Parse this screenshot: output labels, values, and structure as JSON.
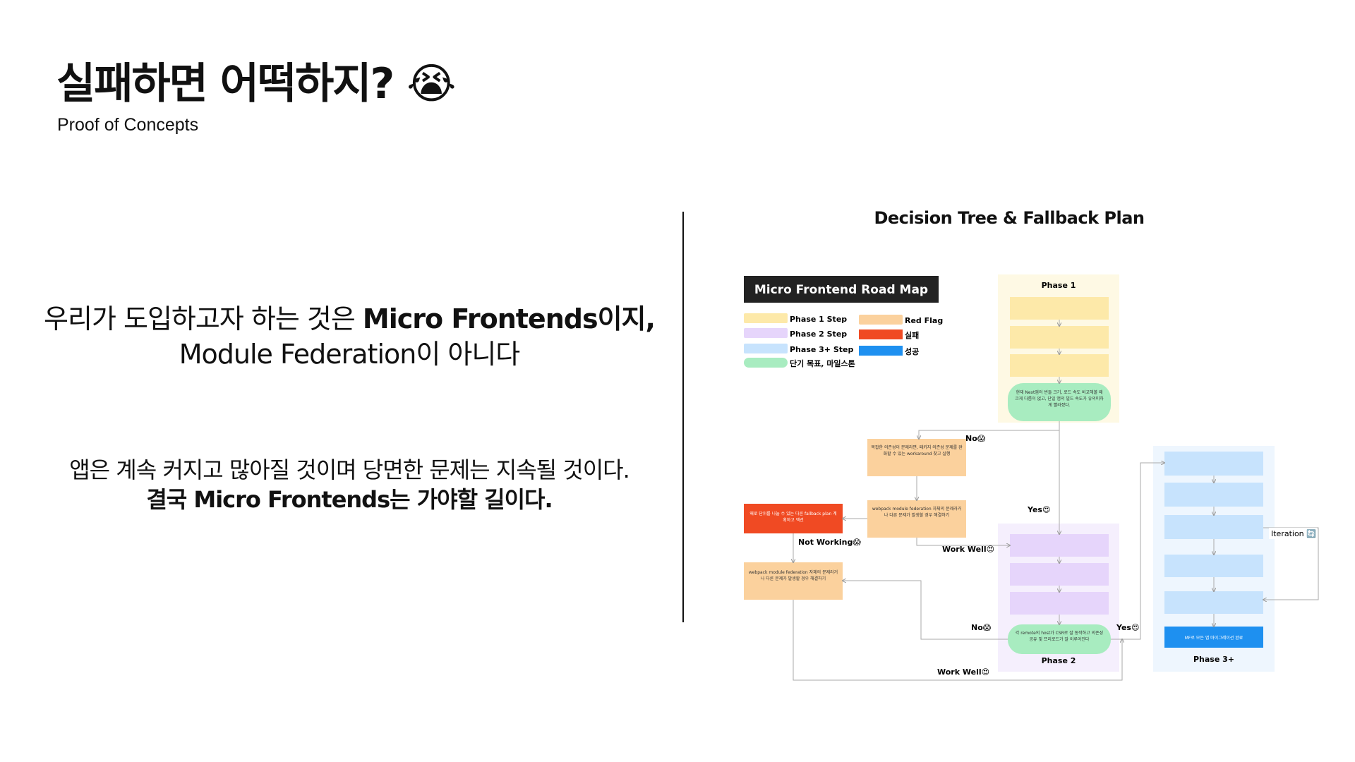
{
  "header": {
    "title": "실패하면 어떡하지?",
    "emoji": "😭",
    "subtitle": "Proof of Concepts"
  },
  "message1": {
    "line1_normal": "우리가 도입하고자 하는 것은 ",
    "line1_bold": "Micro Frontends이지,",
    "line2": "Module Federation이 아니다"
  },
  "message2": {
    "line1": "앱은 계속 커지고 많아질 것이며 당면한 문제는 지속될 것이다.",
    "line2": "결국 Micro Frontends는 가야할 길이다."
  },
  "diagram": {
    "title": "Decision Tree & Fallback Plan",
    "roadmap_title": "Micro Frontend Road Map",
    "legend": [
      {
        "label": "Phase 1 Step",
        "color": "#fde9a9"
      },
      {
        "label": "Phase 2 Step",
        "color": "#e6d5fb"
      },
      {
        "label": "Phase 3+ Step",
        "color": "#c7e3fd"
      },
      {
        "label": "단기 목표, 마일스톤",
        "color": "#a8ecc0"
      },
      {
        "label": "Red Flag",
        "color": "#fbd19d"
      },
      {
        "label": "실패",
        "color": "#f04a23"
      },
      {
        "label": "성공",
        "color": "#1e90f0"
      }
    ],
    "phase1_label": "Phase 1",
    "phase2_label": "Phase 2",
    "phase3_label": "Phase 3+",
    "milestone1": "현재 Next앱의 번들 크기, 로드 속도 비교해볼 때 크게 다름이 없고, 단일 앱의 빌드 속도가 유의미하게 빨라졌다.",
    "redflag1": "복잡한 의존성이 문제라면, 패키지 의존성 문제를 완화할 수 있는 workaround 찾고 실행",
    "redflag2": "webpack module federation 자체의 문제라거나 다른 문제가 발생할 경우 해결하기",
    "redflag3": "webpack module federation 자체의 문제라거나 다른 문제가 발생할 경우 해결하기",
    "fail_box": "왜로 단위를 나눌 수 있는 다른 fallback plan 계획하고 액션",
    "milestone2": "각 remote의 host가 CSR로 잘 동작하고 의존성 공유 및 프리로드가 잘 이루어진다",
    "success_box": "MF로 모든 앱 마이그레이션 완료",
    "labels": {
      "no1": "No😱",
      "yes1": "Yes😍",
      "not_working": "Not Working😱",
      "work_well1": "Work Well😍",
      "no2": "No😱",
      "yes2": "Yes😍",
      "work_well2": "Work Well😍",
      "iteration": "Iteration 🔄"
    }
  }
}
